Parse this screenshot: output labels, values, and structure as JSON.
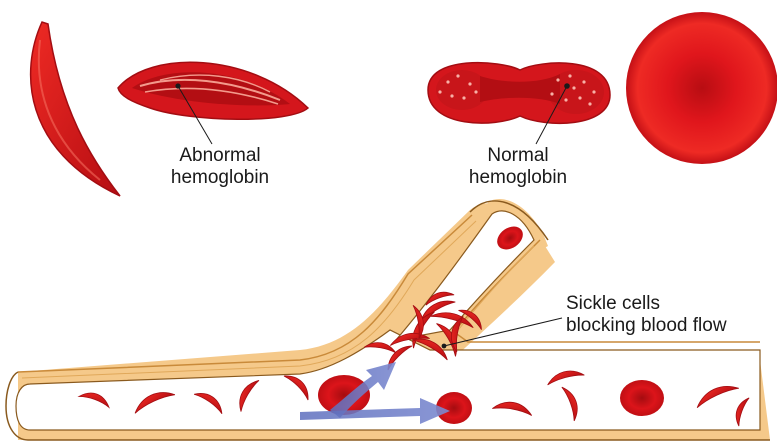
{
  "labels": {
    "abnormal": [
      "Abnormal",
      "hemoglobin"
    ],
    "normal": [
      "Normal",
      "hemoglobin"
    ],
    "sickle": [
      "Sickle cells",
      "blocking blood flow"
    ]
  },
  "colors": {
    "cell_red": "#d4161c",
    "cell_dark": "#a30d12",
    "cell_light": "#f04a3e",
    "vessel_wall": "#f4c784",
    "vessel_outline": "#8a5a1e",
    "flow_arrow": "#6f7ec8"
  },
  "icons": {
    "flow": "blue-arrow-icon"
  }
}
